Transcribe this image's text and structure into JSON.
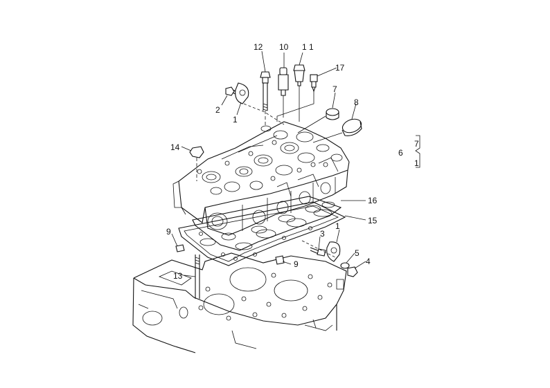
{
  "diagram": {
    "callouts": {
      "c1a": "1",
      "c1b": "1",
      "c2": "2",
      "c3": "3",
      "c4": "4",
      "c5": "5",
      "c6": "6",
      "c7a": "7",
      "c7b": "7",
      "c8": "8",
      "c9a": "9",
      "c9b": "9",
      "c10": "10",
      "c11": "1 1",
      "c12": "12",
      "c13": "13",
      "c14": "14",
      "c15": "15",
      "c16": "16",
      "c17": "17",
      "c1c": "1"
    }
  }
}
